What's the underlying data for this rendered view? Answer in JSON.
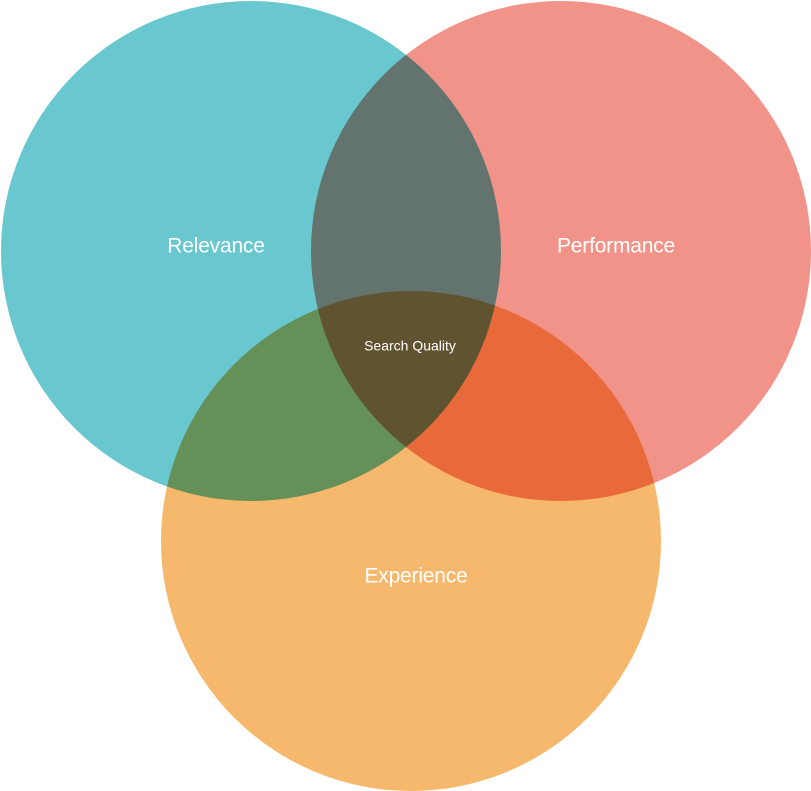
{
  "venn": {
    "sets": [
      {
        "id": "relevance",
        "label": "Relevance",
        "color": "#2fb3bd"
      },
      {
        "id": "performance",
        "label": "Performance",
        "color": "#eb6a5a"
      },
      {
        "id": "experience",
        "label": "Experience",
        "color": "#f29d33"
      }
    ],
    "intersection_label": "Search Quality"
  }
}
